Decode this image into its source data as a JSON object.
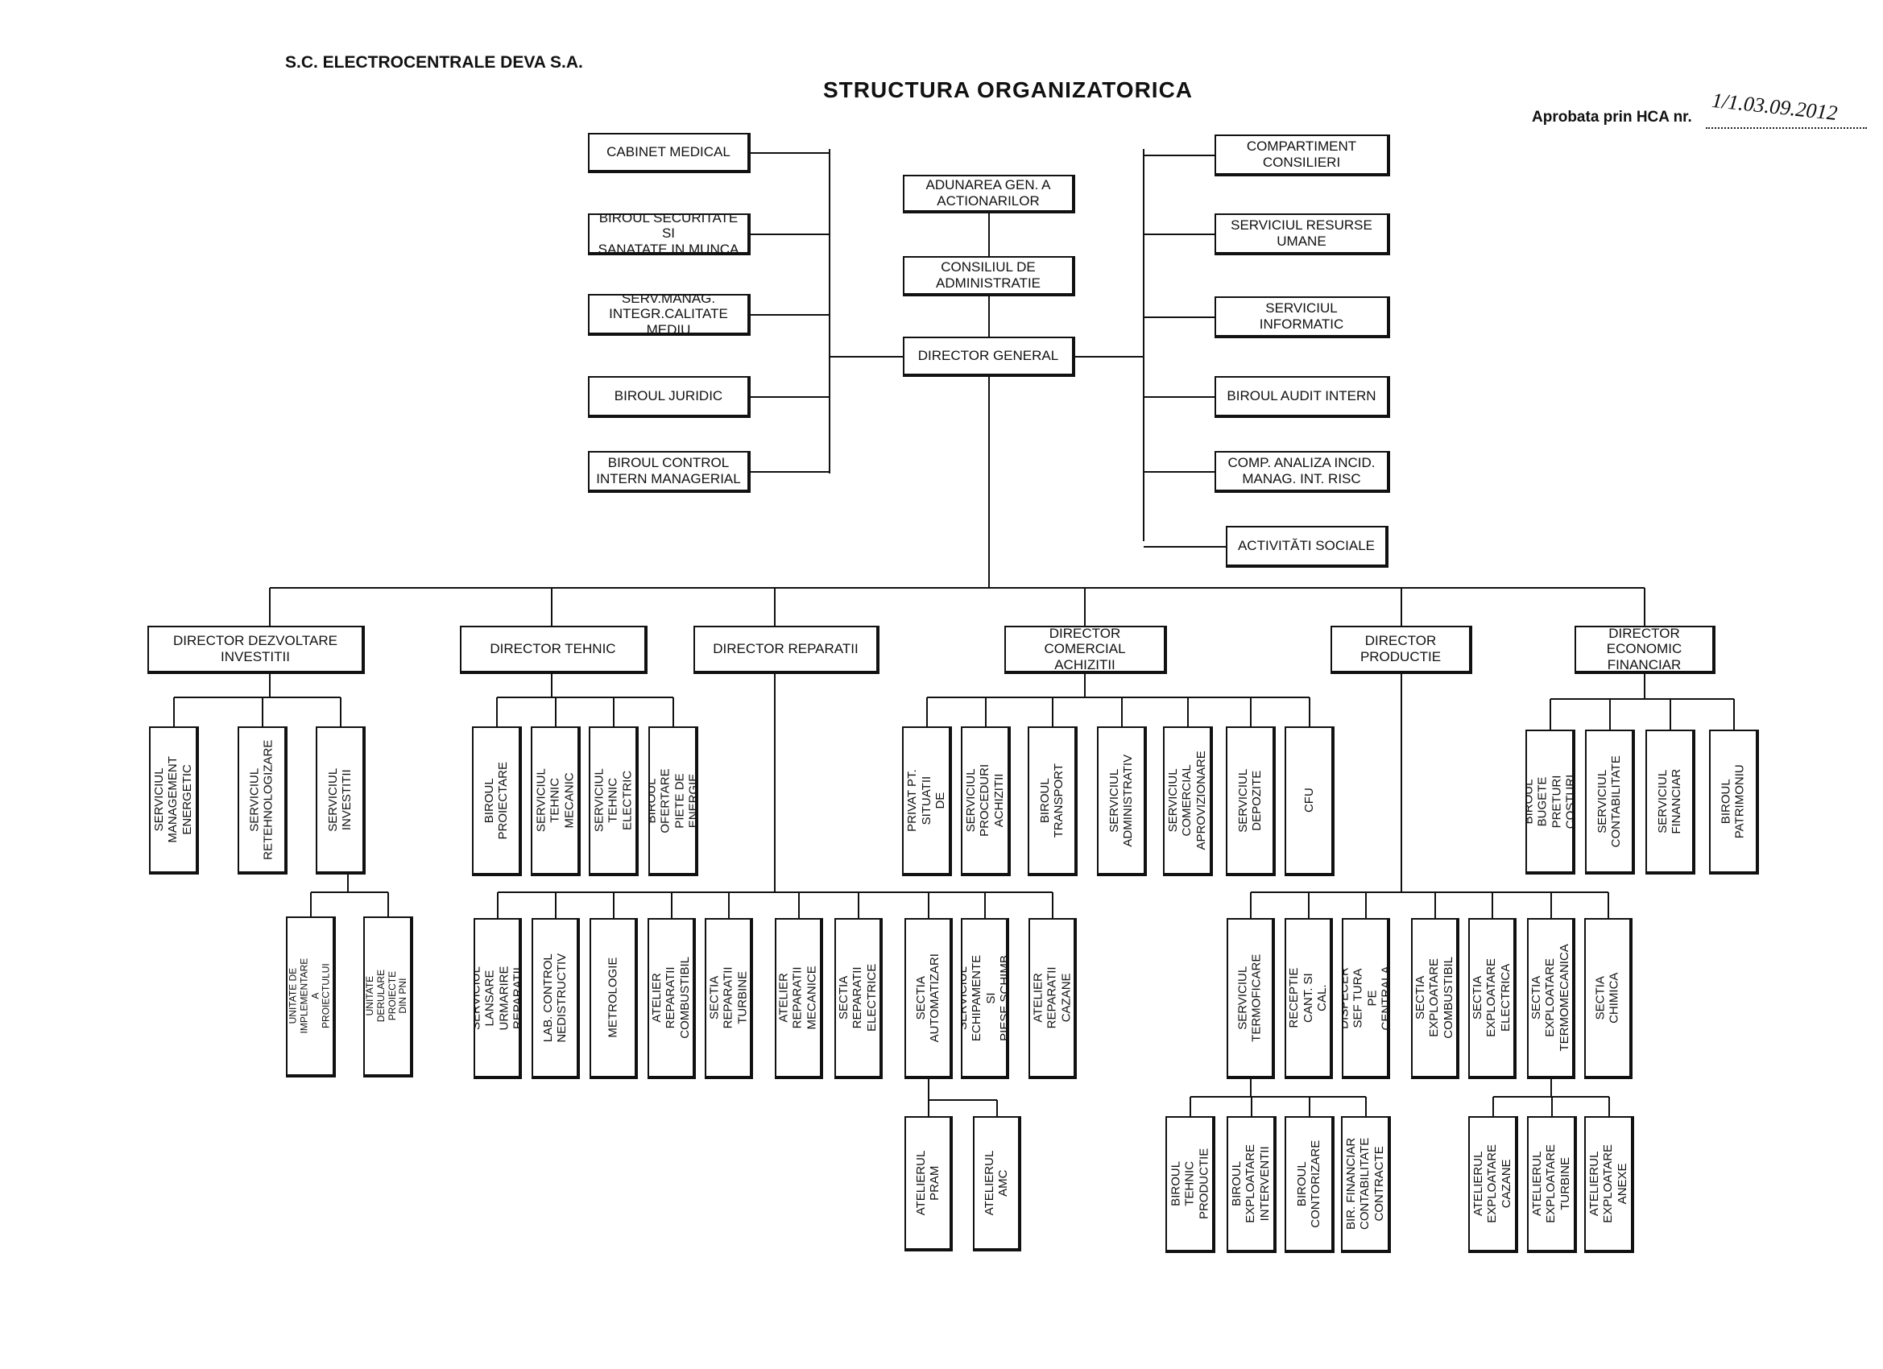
{
  "header": {
    "company": "S.C. ELECTROCENTRALE DEVA S.A.",
    "title": "STRUCTURA  ORGANIZATORICA",
    "approval_label": "Aprobata prin HCA  nr.",
    "approval_value": "1/1.03.09.2012"
  },
  "top": {
    "aga": "ADUNAREA GEN. A\nACTIONARILOR",
    "ca": "CONSILIUL DE\nADMINISTRATIE",
    "dg": "DIRECTOR GENERAL"
  },
  "left_staff": [
    "CABINET MEDICAL",
    "BIROUL SECURITATE SI\nSANATATE IN MUNCA",
    "SERV.MANAG.\nINTEGR.CALITATE MEDIU",
    "BIROUL JURIDIC",
    "BIROUL CONTROL\nINTERN MANAGERIAL"
  ],
  "right_staff": [
    "COMPARTIMENT\nCONSILIERI",
    "SERVICIUL RESURSE\nUMANE",
    "SERVICIUL\nINFORMATIC",
    "BIROUL AUDIT INTERN",
    "COMP. ANALIZA INCID.\nMANAG. INT. RISC",
    "ACTIVITĂTI SOCIALE"
  ],
  "directors": [
    "DIRECTOR DEZVOLTARE\nINVESTITII",
    "DIRECTOR TEHNIC",
    "DIRECTOR REPARATII",
    "DIRECTOR COMERCIAL\nACHIZITII",
    "DIRECTOR\nPRODUCTIE",
    "DIRECTOR\nECONOMIC\nFINANCIAR"
  ],
  "dezvoltare_units": [
    "SERVICIUL\nMANAGEMENT\nENERGETIC",
    "SERVICIUL\nRETEHNOLOGIZARE",
    "SERVICIUL\nINVESTITII"
  ],
  "investitii_sub": [
    "UNITATE DE\nIMPLEMENTARE A\nPROIECTULUI",
    "UNITATE DERULARE\nPROIECTE DIN PNI"
  ],
  "tehnic_units": [
    "BIROUL\nPROIECTARE",
    "SERVICIUL TEHNIC\nMECANIC",
    "SERVICIUL TEHNIC\nELECTRIC",
    "BIROUL OFERTARE\nPIETE DE ENERGIE"
  ],
  "reparatii_units": [
    "SERVICIUL LANSARE\nURMARIRE REPARATII",
    "LAB. CONTROL\nNEDISTRUCTIV",
    "METROLOGIE",
    "ATELIER  REPARATII\nCOMBUSTIBIL",
    "SECTIA REPARATII\nTURBINE",
    "ATELIER  REPARATII\nMECANICE",
    "SECTIA REPARATII\nELECTRICE",
    "SECTIA AUTOMATIZARI",
    "SERVICIUL\nECHIPAMENTE SI\nPIESE SCHIMB",
    "ATELIER  REPARATII\nCAZANE"
  ],
  "automatizari_sub": [
    "ATELIERUL PRAM",
    "ATELIERUL AMC"
  ],
  "comercial_units": [
    "SERVICIUL PRIVAT PT.\nSITUATII DE URGENTA",
    "SERVICIUL\nPROCEDURI ACHIZITII",
    "BIROUL TRANSPORT",
    "SERVICIUL\nADMINISTRATIV",
    "SERVICIUL\nCOMERCIAL\nAPROVIZIONARE",
    "SERVICIUL\nDEPOZITE",
    "CFU"
  ],
  "productie_units": [
    "SERVICIUL\nTERMOFICARE",
    "SERVICIUL RECEPTIE\nCANT. SI CAL. COMB.",
    "DISPECER SEF TURA\nPE CENTRALA",
    "SECTIA EXPLOATARE\nCOMBUSTIBIL",
    "SECTIA EXPLOATARE\nELECTRICA",
    "SECTIA EXPLOATARE\nTERMOMECANICA",
    "SECTIA CHIMICA"
  ],
  "termoficare_sub": [
    "BIROUL TEHNIC\nPRODUCTIE",
    "BIROUL\nEXPLOATARE\nINTERVENTII",
    "BIROUL\nCONTORIZARE",
    "BIR. FINANCIAR\nCONTABILITATE\nCONTRACTE"
  ],
  "termomecanica_sub": [
    "ATELIERUL\nEXPLOATARE\nCAZANE",
    "ATELIERUL\nEXPLOATARE\nTURBINE",
    "ATELIERUL\nEXPLOATARE\nANEXE"
  ],
  "economic_units": [
    "BIROUL BUGETE\nPRETURI COSTURI",
    "SERVICIUL\nCONTABILITATE",
    "SERVICIUL FINANCIAR",
    "BIROUL PATRIMONIU"
  ]
}
